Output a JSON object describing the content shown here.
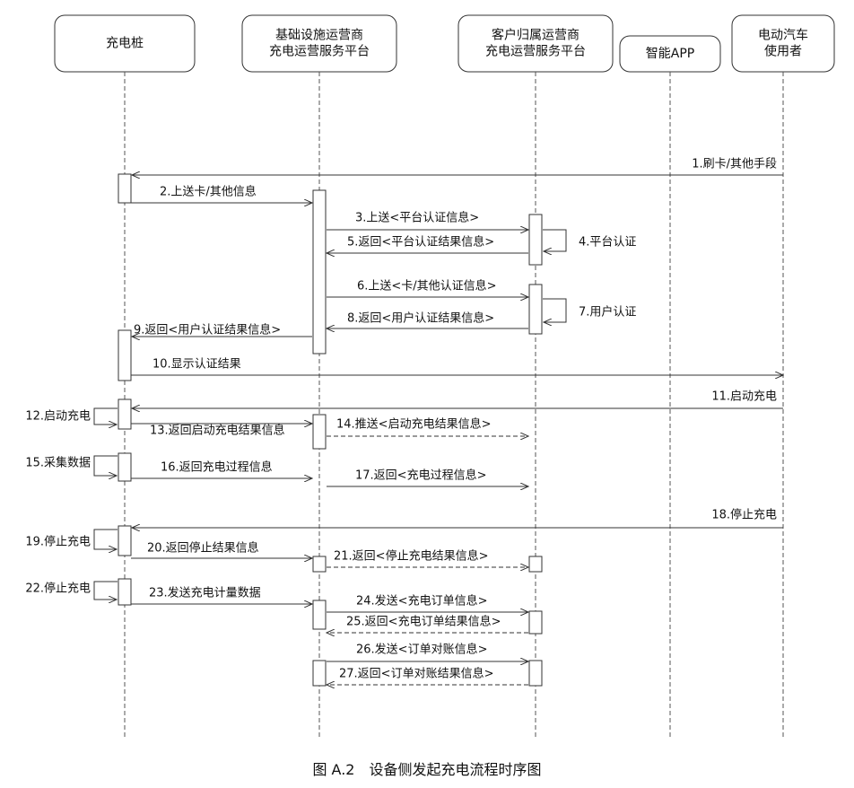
{
  "participants": [
    {
      "id": "pile",
      "lines": [
        "充电桩"
      ]
    },
    {
      "id": "infra",
      "lines": [
        "基础设施运营商",
        "充电运营服务平台"
      ]
    },
    {
      "id": "home",
      "lines": [
        "客户归属运营商",
        "充电运营服务平台"
      ]
    },
    {
      "id": "app",
      "lines": [
        "智能APP"
      ]
    },
    {
      "id": "user",
      "lines": [
        "电动汽车",
        "使用者"
      ]
    }
  ],
  "messages": [
    {
      "label": "1.刷卡/其他手段",
      "from": "user",
      "to": "pile",
      "style": "solid"
    },
    {
      "label": "2.上送卡/其他信息",
      "from": "pile",
      "to": "infra",
      "style": "solid"
    },
    {
      "label": "3.上送<平台认证信息>",
      "from": "infra",
      "to": "home",
      "style": "solid"
    },
    {
      "label": "4.平台认证",
      "from": "home",
      "to": "home",
      "style": "self"
    },
    {
      "label": "5.返回<平台认证结果信息>",
      "from": "home",
      "to": "infra",
      "style": "solid"
    },
    {
      "label": "6.上送<卡/其他认证信息>",
      "from": "infra",
      "to": "home",
      "style": "solid"
    },
    {
      "label": "7.用户认证",
      "from": "home",
      "to": "home",
      "style": "self"
    },
    {
      "label": "8.返回<用户认证结果信息>",
      "from": "home",
      "to": "infra",
      "style": "solid"
    },
    {
      "label": "9.返回<用户认证结果信息>",
      "from": "infra",
      "to": "pile",
      "style": "solid"
    },
    {
      "label": "10.显示认证结果",
      "from": "pile",
      "to": "user",
      "style": "solid"
    },
    {
      "label": "11.启动充电",
      "from": "user",
      "to": "pile",
      "style": "solid"
    },
    {
      "label": "12.启动充电",
      "from": "pile",
      "to": "pile",
      "style": "self"
    },
    {
      "label": "13.返回启动充电结果信息",
      "from": "pile",
      "to": "infra",
      "style": "solid"
    },
    {
      "label": "14.推送<启动充电结果信息>",
      "from": "infra",
      "to": "home",
      "style": "dashed"
    },
    {
      "label": "15.采集数据",
      "from": "pile",
      "to": "pile",
      "style": "self"
    },
    {
      "label": "16.返回充电过程信息",
      "from": "pile",
      "to": "infra",
      "style": "solid"
    },
    {
      "label": "17.返回<充电过程信息>",
      "from": "infra",
      "to": "home",
      "style": "solid"
    },
    {
      "label": "18.停止充电",
      "from": "user",
      "to": "pile",
      "style": "solid"
    },
    {
      "label": "19.停止充电",
      "from": "pile",
      "to": "pile",
      "style": "self"
    },
    {
      "label": "20.返回停止结果信息",
      "from": "pile",
      "to": "infra",
      "style": "solid"
    },
    {
      "label": "21.返回<停止充电结果信息>",
      "from": "infra",
      "to": "home",
      "style": "dashed"
    },
    {
      "label": "22.停止充电",
      "from": "pile",
      "to": "pile",
      "style": "self"
    },
    {
      "label": "23.发送充电计量数据",
      "from": "pile",
      "to": "infra",
      "style": "solid"
    },
    {
      "label": "24.发送<充电订单信息>",
      "from": "infra",
      "to": "home",
      "style": "solid"
    },
    {
      "label": "25.返回<充电订单结果信息>",
      "from": "home",
      "to": "infra",
      "style": "dashed"
    },
    {
      "label": "26.发送<订单对账信息>",
      "from": "infra",
      "to": "home",
      "style": "solid"
    },
    {
      "label": "27.返回<订单对账结果信息>",
      "from": "home",
      "to": "infra",
      "style": "dashed"
    }
  ],
  "caption": {
    "figure": "图 A.2",
    "title": "设备侧发起充电流程时序图"
  },
  "colors": {
    "line": "#333333",
    "text": "#111111",
    "background": "#ffffff"
  }
}
